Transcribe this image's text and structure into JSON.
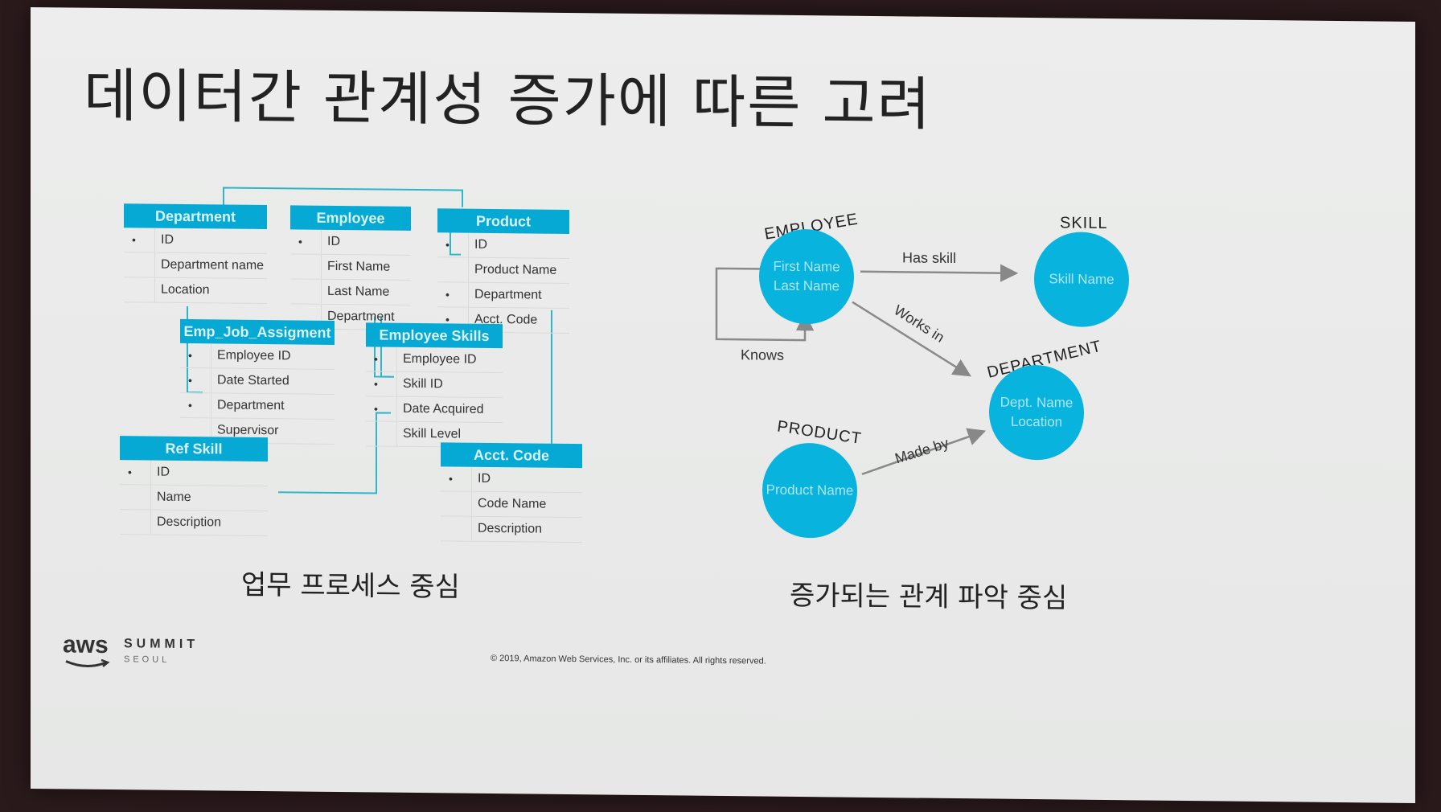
{
  "title": "데이터간 관계성 증가에 따른 고려",
  "left_caption": "업무 프로세스 중심",
  "right_caption": "증가되는 관계 파악 중심",
  "copyright": "© 2019, Amazon Web Services, Inc. or its affiliates. All rights reserved.",
  "brand": {
    "aws": "aws",
    "summit": "SUMMIT",
    "city": "SEOUL"
  },
  "colors": {
    "accent": "#06a9d3",
    "node": "#08b3dd"
  },
  "tables": [
    {
      "name": "Department",
      "rows": [
        {
          "pk": "•",
          "text": "ID"
        },
        {
          "pk": "",
          "text": "Department name"
        },
        {
          "pk": "",
          "text": "Location"
        }
      ]
    },
    {
      "name": "Employee",
      "rows": [
        {
          "pk": "•",
          "text": "ID"
        },
        {
          "pk": "",
          "text": "First Name"
        },
        {
          "pk": "",
          "text": "Last Name"
        },
        {
          "pk": "",
          "text": "Department"
        }
      ]
    },
    {
      "name": "Product",
      "rows": [
        {
          "pk": "•",
          "text": "ID"
        },
        {
          "pk": "",
          "text": "Product Name"
        },
        {
          "pk": "•",
          "text": "Department"
        },
        {
          "pk": "•",
          "text": "Acct. Code"
        }
      ]
    },
    {
      "name": "Emp_Job_Assigment",
      "rows": [
        {
          "pk": "•",
          "text": "Employee ID"
        },
        {
          "pk": "•",
          "text": "Date Started"
        },
        {
          "pk": "•",
          "text": "Department"
        },
        {
          "pk": "",
          "text": "Supervisor"
        }
      ]
    },
    {
      "name": "Employee Skills",
      "rows": [
        {
          "pk": "•",
          "text": "Employee ID"
        },
        {
          "pk": "•",
          "text": "Skill ID"
        },
        {
          "pk": "•",
          "text": "Date Acquired"
        },
        {
          "pk": "",
          "text": "Skill Level"
        }
      ]
    },
    {
      "name": "Ref Skill",
      "rows": [
        {
          "pk": "•",
          "text": "ID"
        },
        {
          "pk": "",
          "text": "Name"
        },
        {
          "pk": "",
          "text": "Description"
        }
      ]
    },
    {
      "name": "Acct. Code",
      "rows": [
        {
          "pk": "•",
          "text": "ID"
        },
        {
          "pk": "",
          "text": "Code Name"
        },
        {
          "pk": "",
          "text": "Description"
        }
      ]
    }
  ],
  "graph": {
    "nodes": {
      "employee": {
        "label": "EMPLOYEE",
        "props": [
          "First Name",
          "Last Name"
        ]
      },
      "skill": {
        "label": "SKILL",
        "props": [
          "Skill Name"
        ]
      },
      "department": {
        "label": "DEPARTMENT",
        "props": [
          "Dept. Name",
          "Location"
        ]
      },
      "product": {
        "label": "PRODUCT",
        "props": [
          "Product Name"
        ]
      }
    },
    "edges": {
      "has_skill": "Has skill",
      "works_in": "Works in",
      "knows": "Knows",
      "made_by": "Made by"
    }
  }
}
